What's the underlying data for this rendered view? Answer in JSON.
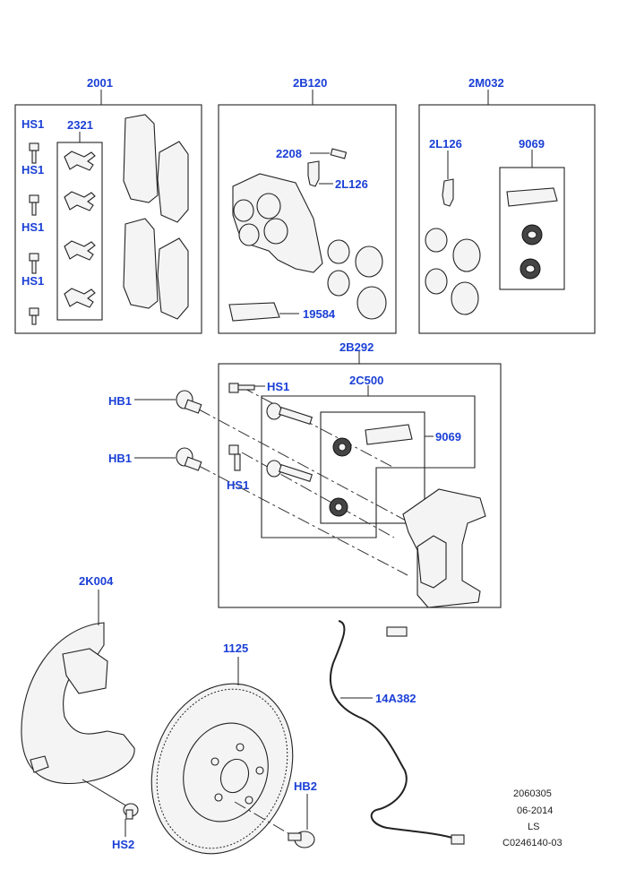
{
  "labels": {
    "pads_group": "2001",
    "hs1_a": "HS1",
    "hs1_b": "HS1",
    "hs1_c": "HS1",
    "hs1_d": "HS1",
    "clips": "2321",
    "caliper_group": "2B120",
    "bleed_screw": "2208",
    "cap_left": "2L126",
    "grease_left": "19584",
    "seal_group": "2M032",
    "cap_right": "2L126",
    "grease_right": "9069",
    "carrier_group": "2B292",
    "hs1_bolt_top": "HS1",
    "hs1_bolt_bottom": "HS1",
    "hb1_top": "HB1",
    "hb1_bottom": "HB1",
    "pins_group": "2C500",
    "grease_pins": "9069",
    "shield": "2K004",
    "shield_bolt": "HS2",
    "disc": "1125",
    "disc_screw": "HB2",
    "sensor": "14A382"
  },
  "footer": {
    "ref": "2060305",
    "date": "06-2014",
    "code": "LS",
    "image_code": "C0246140-03"
  }
}
